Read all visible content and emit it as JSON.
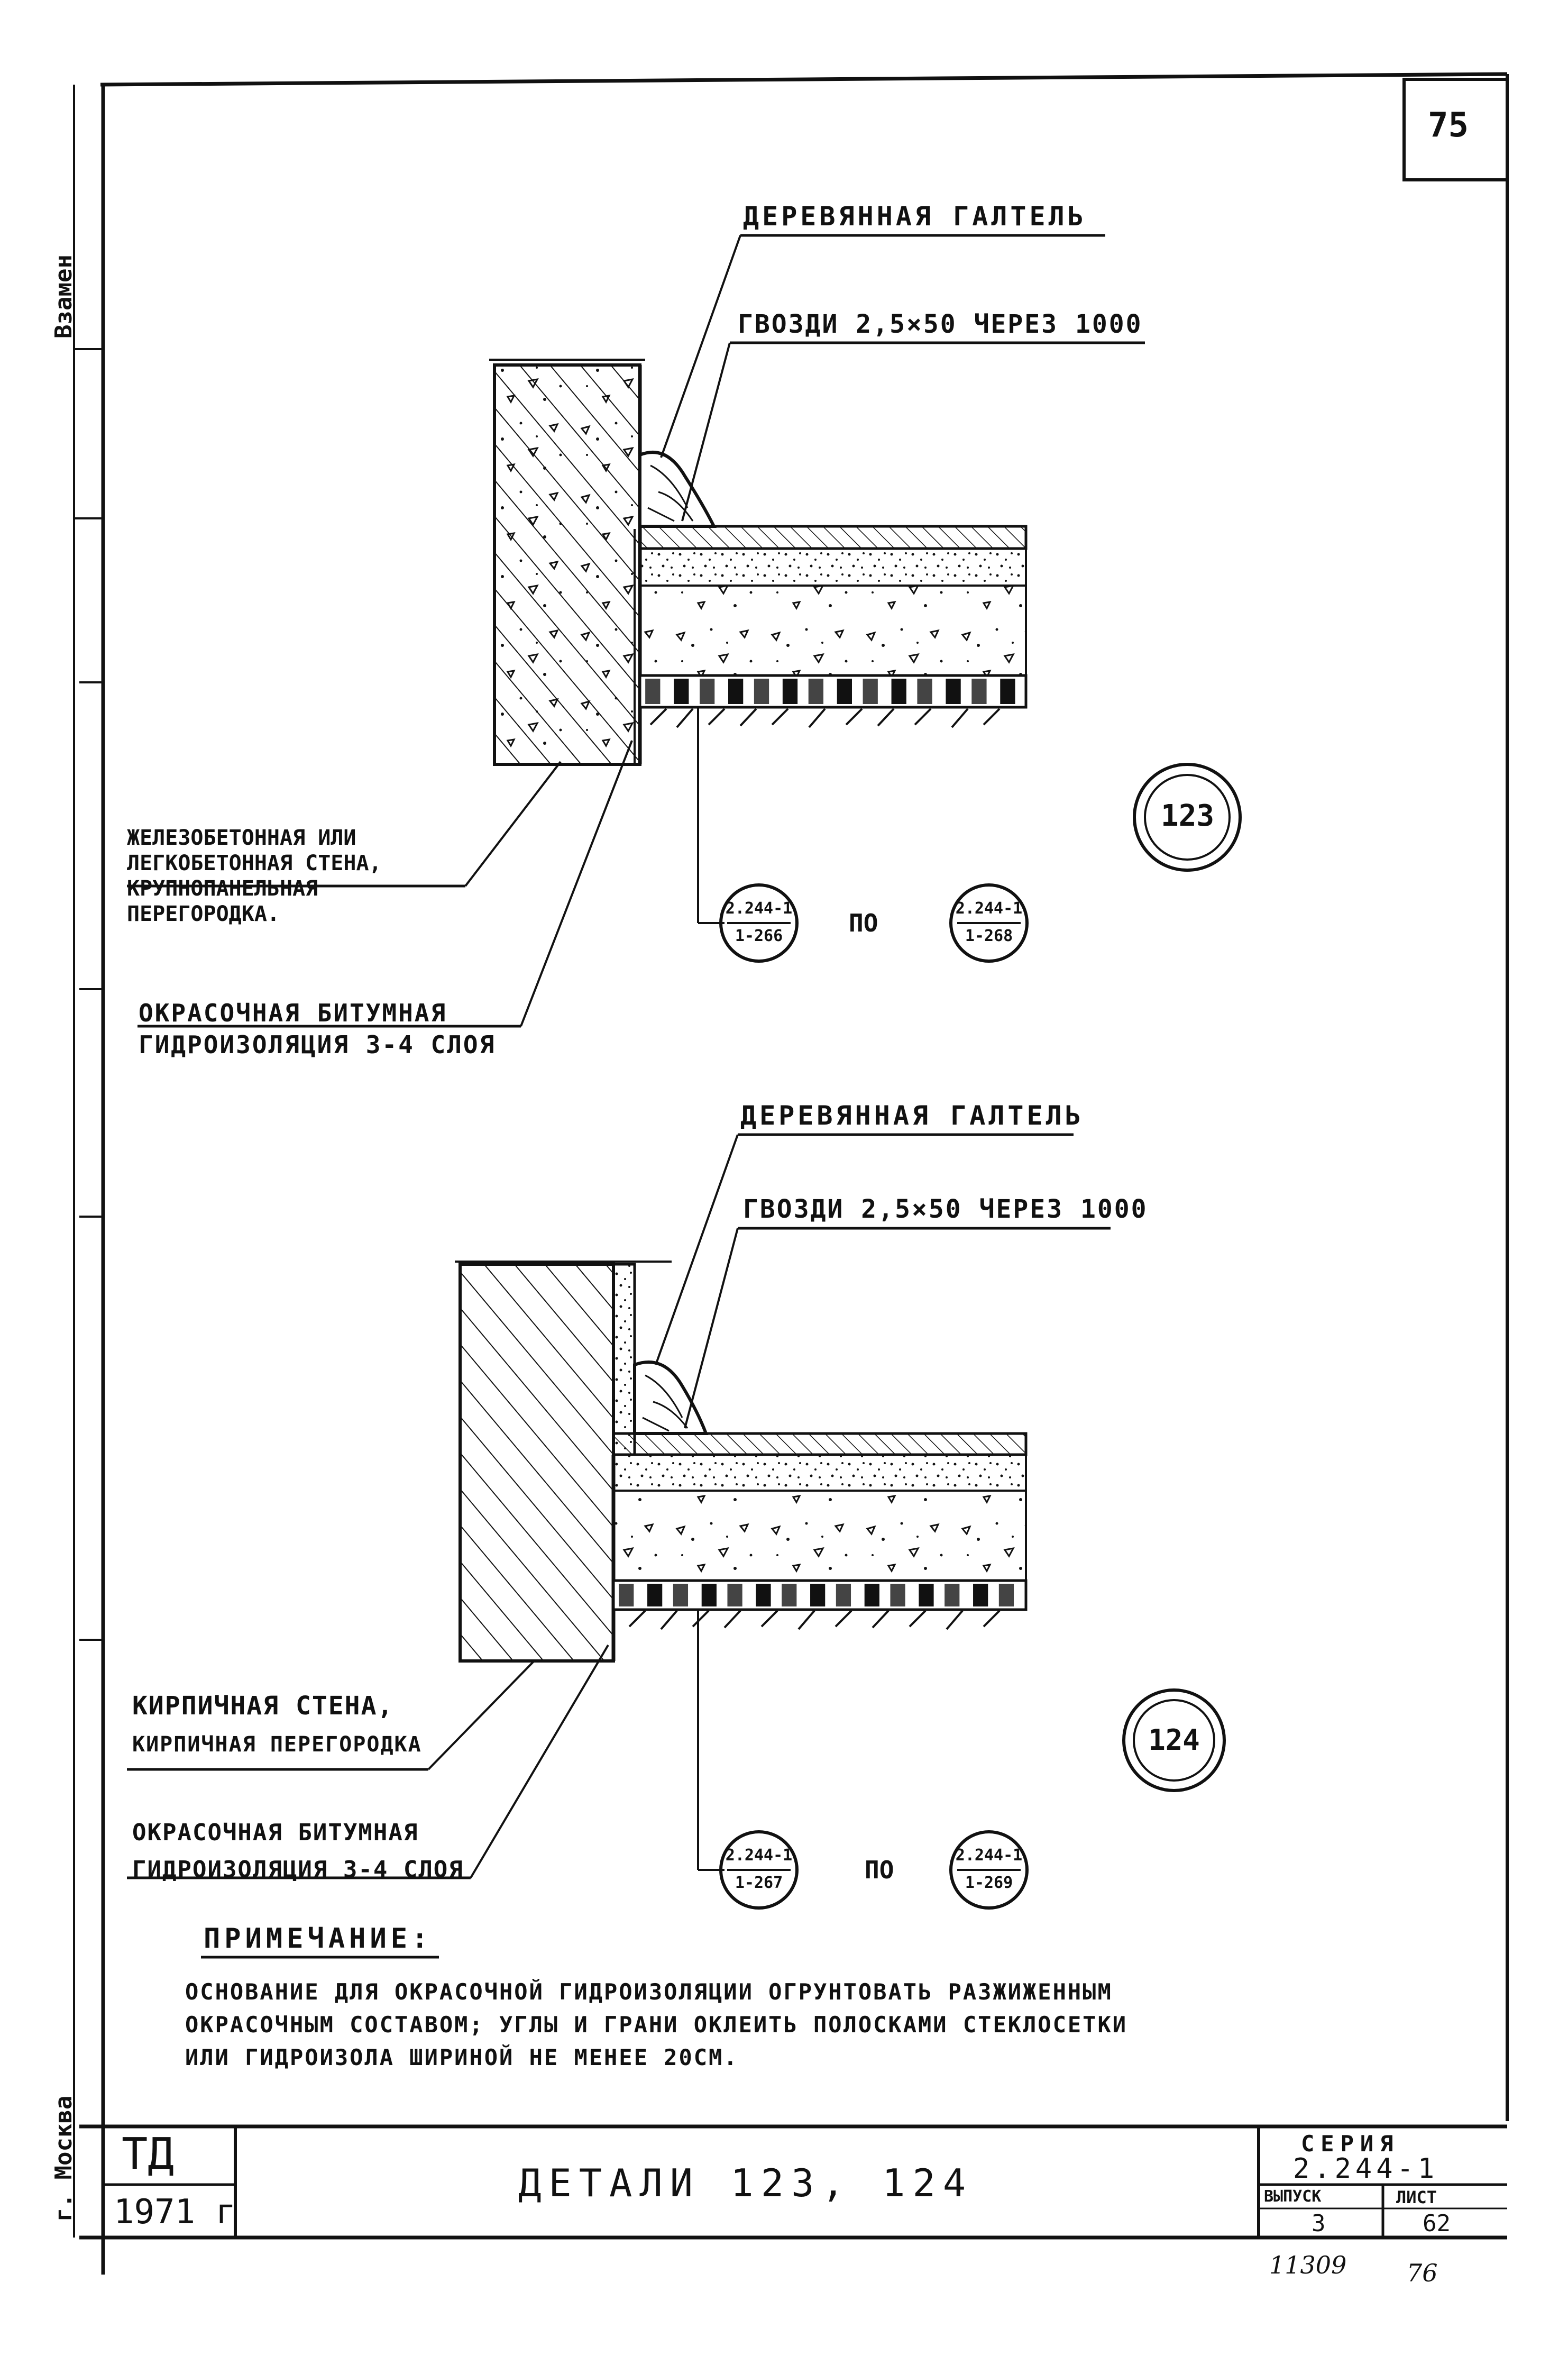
{
  "sheet_number": "75",
  "margin_stamps": {
    "top": "Взамен",
    "bottom": "г. Москва"
  },
  "detail_123": {
    "label_gatel": "ДЕРЕВЯННАЯ ГАЛТЕЛЬ",
    "label_nails": "ГВОЗДИ 2,5×50 ЧЕРЕЗ 1000",
    "label_wall": [
      "ЖЕЛЕЗОБЕТОННАЯ ИЛИ",
      "ЛЕГКОБЕТОННАЯ СТЕНА,",
      "КРУПНОПАНЕЛЬНАЯ",
      "ПЕРЕГОРОДКА."
    ],
    "label_insulation": [
      "ОКРАСОЧНАЯ БИТУМНАЯ",
      "ГИДРОИЗОЛЯЦИЯ 3-4 СЛОЯ"
    ],
    "detail_number": "123",
    "ref_from": {
      "top": "2.244-1",
      "bottom": "1-266"
    },
    "ref_word": "ПО",
    "ref_to": {
      "top": "2.244-1",
      "bottom": "1-268"
    }
  },
  "detail_124": {
    "label_gatel": "ДЕРЕВЯННАЯ ГАЛТЕЛЬ",
    "label_nails": "ГВОЗДИ 2,5×50 ЧЕРЕЗ 1000",
    "label_wall": [
      "КИРПИЧНАЯ СТЕНА,",
      "КИРПИЧНАЯ ПЕРЕГОРОДКА"
    ],
    "label_insulation": [
      "ОКРАСОЧНАЯ БИТУМНАЯ",
      "ГИДРОИЗОЛЯЦИЯ 3-4 СЛОЯ"
    ],
    "detail_number": "124",
    "ref_from": {
      "top": "2.244-1",
      "bottom": "1-267"
    },
    "ref_word": "ПО",
    "ref_to": {
      "top": "2.244-1",
      "bottom": "1-269"
    }
  },
  "note": {
    "title": "ПРИМЕЧАНИЕ:",
    "lines": [
      "ОСНОВАНИЕ ДЛЯ ОКРАСОЧНОЙ ГИДРОИЗОЛЯЦИИ ОГРУНТОВАТЬ РАЗЖИЖЕННЫМ",
      "ОКРАСОЧНЫМ СОСТАВОМ; УГЛЫ И ГРАНИ ОКЛЕИТЬ ПОЛОСКАМИ СТЕКЛОСЕТКИ",
      "ИЛИ ГИДРОИЗОЛА ШИРИНОЙ НЕ МЕНЕЕ 20СМ."
    ]
  },
  "title_block": {
    "org": "ТД",
    "year": "1971 г",
    "title": "ДЕТАЛИ 123, 124",
    "series_label": "СЕРИЯ",
    "series_value": "2.244-1",
    "issue_label": "ВЫПУСК",
    "issue_value": "3",
    "sheet_label": "ЛИСТ",
    "sheet_value": "62"
  },
  "handwritten": {
    "inventory": "11309",
    "page": "76"
  }
}
